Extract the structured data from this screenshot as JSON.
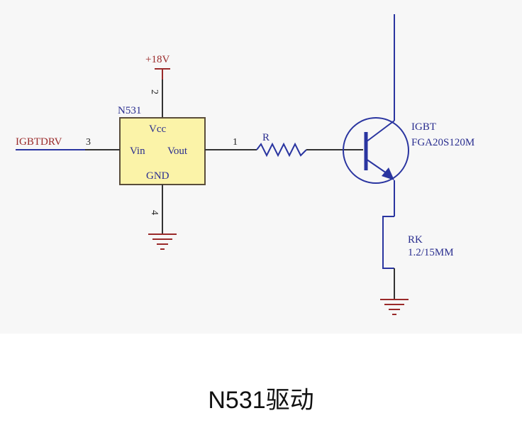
{
  "diagram": {
    "power_label": "+18V",
    "chip_ref": "N531",
    "chip_pins": {
      "vcc": "Vcc",
      "vin": "Vin",
      "vout": "Vout",
      "gnd": "GND"
    },
    "pin_numbers": {
      "vcc": "2",
      "vin": "3",
      "vout": "1",
      "gnd": "4"
    },
    "input_net": "IGBTDRV",
    "resistor_label": "R",
    "transistor_ref": "IGBT",
    "transistor_part": "FGA20S120M",
    "shunt_ref": "RK",
    "shunt_value": "1.2/15MM"
  },
  "caption": "N531驱动"
}
